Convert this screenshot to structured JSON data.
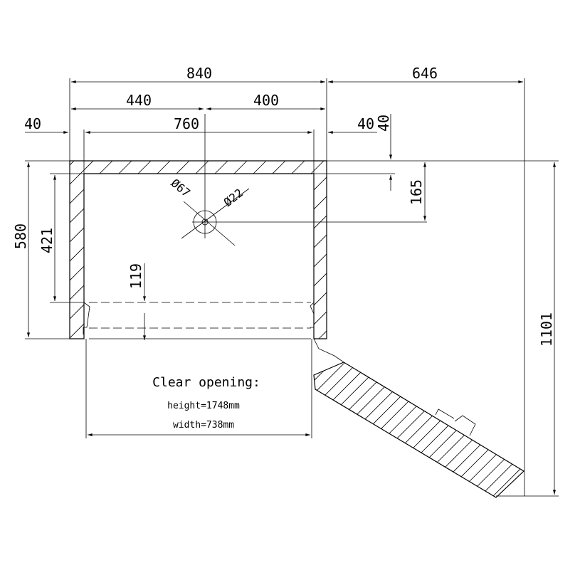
{
  "dimensions": {
    "total_width": "840",
    "side_width": "646",
    "left_part": "440",
    "right_part": "400",
    "inner_width": "760",
    "left_wall": "40",
    "right_wall": "40",
    "top_wall": "40",
    "hole_offset": "165",
    "depth": "580",
    "inner_depth": "421",
    "door_depth": "119",
    "overall_depth": "1101",
    "hole_outer": "Ø67",
    "hole_inner": "Ø22"
  },
  "clear_opening": {
    "title": "Clear opening:",
    "height": "height=1748mm",
    "width": "width=738mm"
  }
}
